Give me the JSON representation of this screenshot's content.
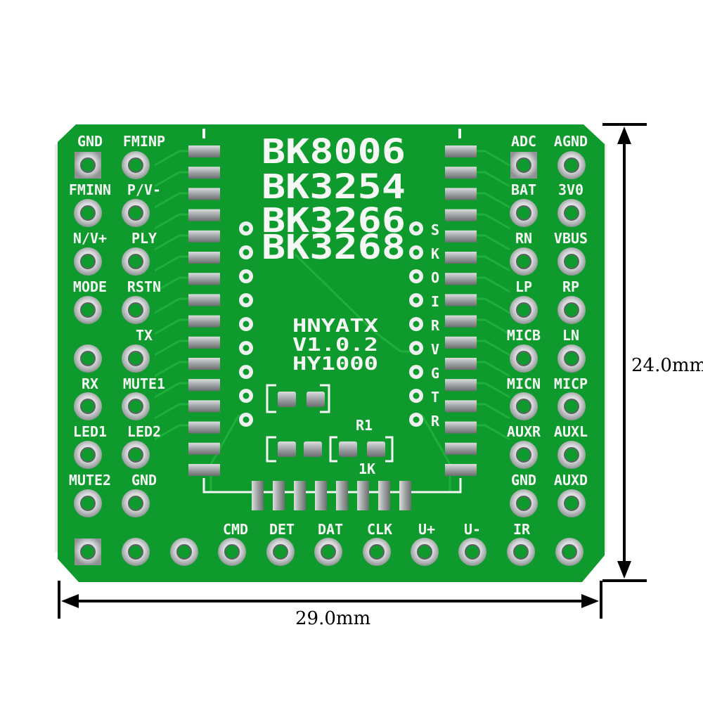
{
  "board": {
    "chip_names": [
      "BK8006",
      "BK3254",
      "BK3266",
      "BK3268"
    ],
    "version_lines": [
      "HNYATX",
      "V1.0.2",
      "HY1000"
    ],
    "resistor_ref": "R1",
    "resistor_value": "1K",
    "pin_labels_left": [
      [
        "GND",
        "FMINP"
      ],
      [
        "FMINN",
        "P/V-"
      ],
      [
        "N/V+",
        "PLY"
      ],
      [
        "MODE",
        "RSTN"
      ],
      [
        "",
        "TX"
      ],
      [
        "RX",
        "MUTE1"
      ],
      [
        "LED1",
        "LED2"
      ],
      [
        "MUTE2",
        "GND"
      ]
    ],
    "pin_labels_right": [
      [
        "ADC",
        "AGND"
      ],
      [
        "BAT",
        "3V0"
      ],
      [
        "RN",
        "VBUS"
      ],
      [
        "LP",
        "RP"
      ],
      [
        "MICB",
        "LN"
      ],
      [
        "MICN",
        "MICP"
      ],
      [
        "AUXR",
        "AUXL"
      ],
      [
        "GND",
        "AUXD"
      ]
    ],
    "pin_labels_bottom": [
      "CMD",
      "DET",
      "DAT",
      "CLK",
      "U+",
      "U-",
      "IR"
    ],
    "side_letters": [
      "S",
      "K",
      "O",
      "I",
      "R",
      "V",
      "G",
      "T",
      "R"
    ],
    "colors": {
      "board": "#0e9a2c",
      "trace": "#1cab3a",
      "silk": "#f4f7f4",
      "pad": "#b9bcbd"
    }
  },
  "dimensions": {
    "width_label": "29.0mm",
    "height_label": "24.0mm"
  }
}
